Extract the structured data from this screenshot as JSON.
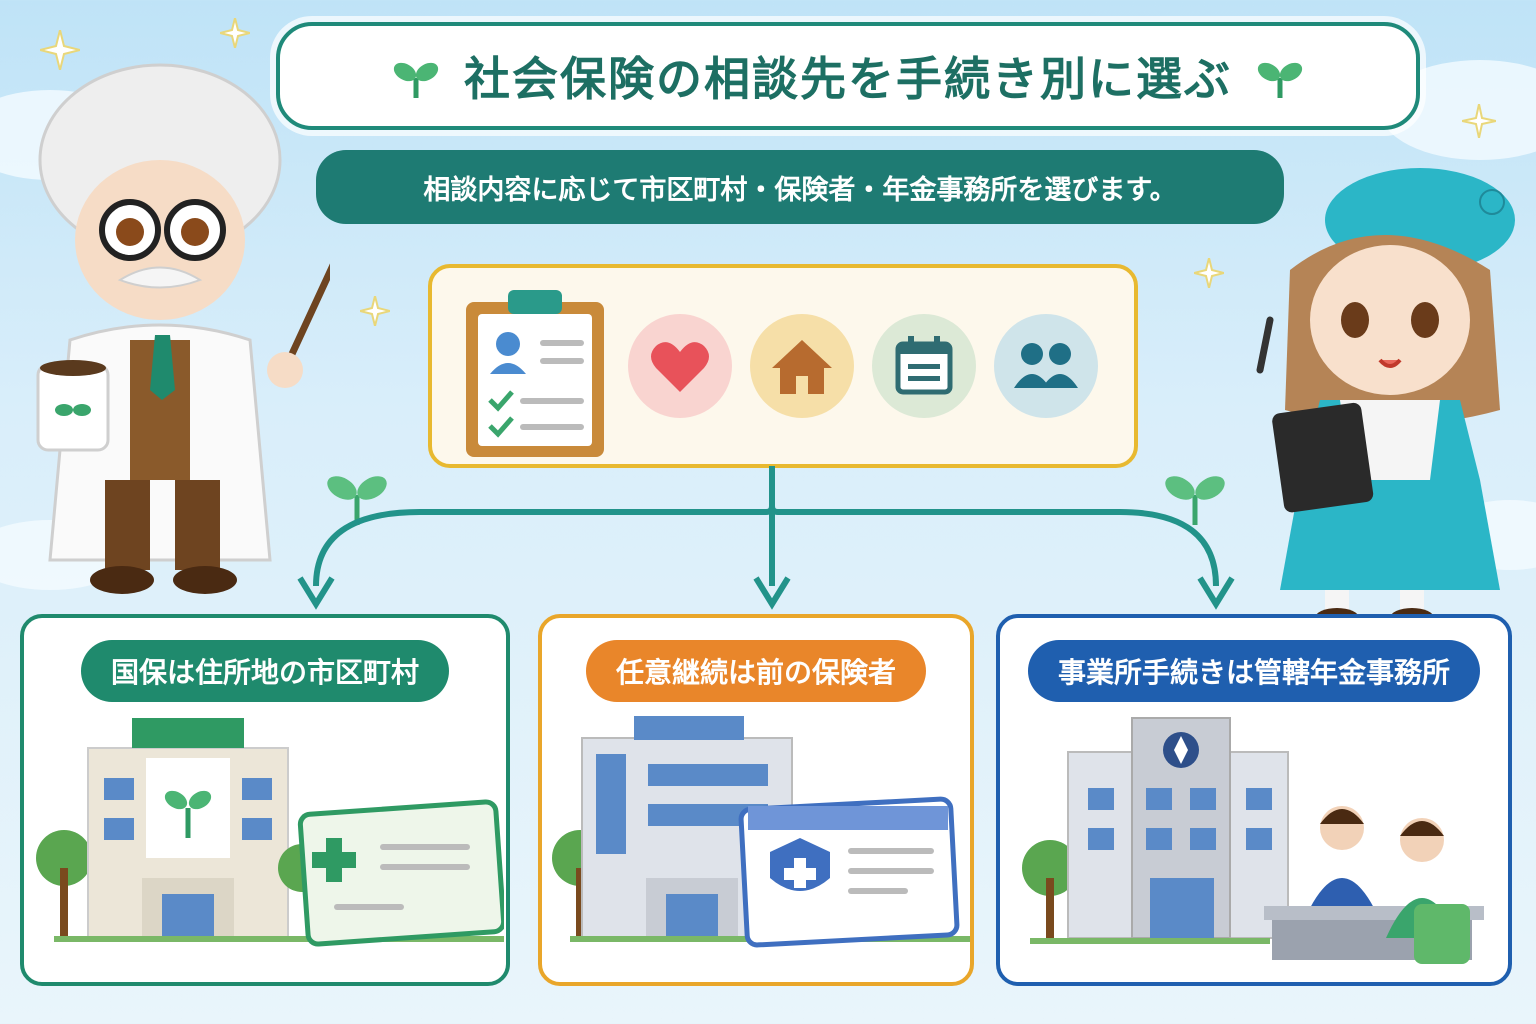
{
  "title": "社会保険の相談先を手続き別に選ぶ",
  "subtitle": "相談内容に応じて市区町村・保険者・年金事務所を選びます。",
  "categories": [
    {
      "label": "国保は住所地の市区町村",
      "color": "#1f8a6d"
    },
    {
      "label": "任意継続は前の保険者",
      "color": "#e9862a"
    },
    {
      "label": "事業所手続きは管轄年金事務所",
      "color": "#1f5faf"
    }
  ],
  "icons": [
    "clipboard-icon",
    "heart-icon",
    "house-icon",
    "calendar-icon",
    "people-icon"
  ],
  "colors": {
    "teal": "#1e7b73",
    "gold": "#e8b930",
    "green": "#1f8a6d",
    "orange": "#e9862a",
    "blue": "#1f5faf"
  }
}
